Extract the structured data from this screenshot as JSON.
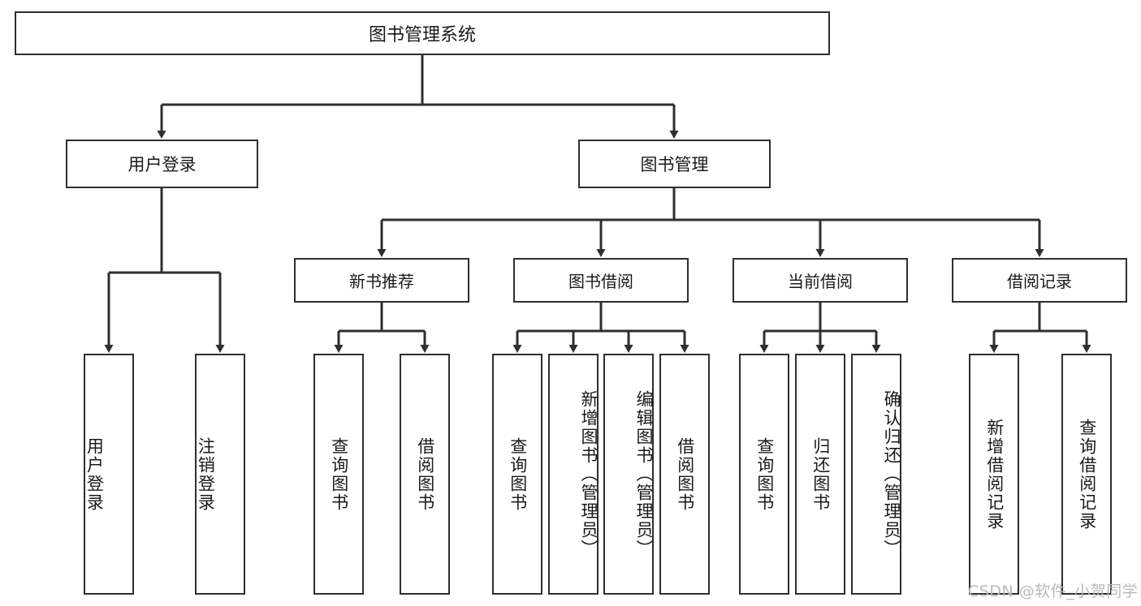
{
  "diagram": {
    "title": "图书管理系统",
    "type": "tree-hierarchy-diagram",
    "colors": {
      "box_border": "#2f2f2f",
      "box_fill": "#ffffff",
      "edge": "#2f2f2f",
      "text": "#1a1a1a",
      "watermark": "#b9b9b9",
      "background": "#ffffff"
    },
    "root": {
      "label": "图书管理系统"
    },
    "level1": [
      {
        "label": "用户登录"
      },
      {
        "label": "图书管理"
      }
    ],
    "level2": [
      {
        "label": "新书推荐"
      },
      {
        "label": "图书借阅"
      },
      {
        "label": "当前借阅"
      },
      {
        "label": "借阅记录"
      }
    ],
    "leaves": {
      "user_login": [
        {
          "label": "用户登录"
        },
        {
          "label": "注销登录"
        }
      ],
      "new_book_recommend": [
        {
          "label": "查询图书"
        },
        {
          "label": "借阅图书"
        }
      ],
      "book_borrow": [
        {
          "label": "查询图书"
        },
        {
          "label": "新增图书（管理员）"
        },
        {
          "label": "编辑图书（管理员）"
        },
        {
          "label": "借阅图书"
        }
      ],
      "current_borrow": [
        {
          "label": "查询图书"
        },
        {
          "label": "归还图书"
        },
        {
          "label": "确认归还（管理员）"
        }
      ],
      "borrow_record": [
        {
          "label": "新增借阅记录"
        },
        {
          "label": "查询借阅记录"
        }
      ]
    },
    "watermark": "CSDN @软件_小贺同学"
  }
}
